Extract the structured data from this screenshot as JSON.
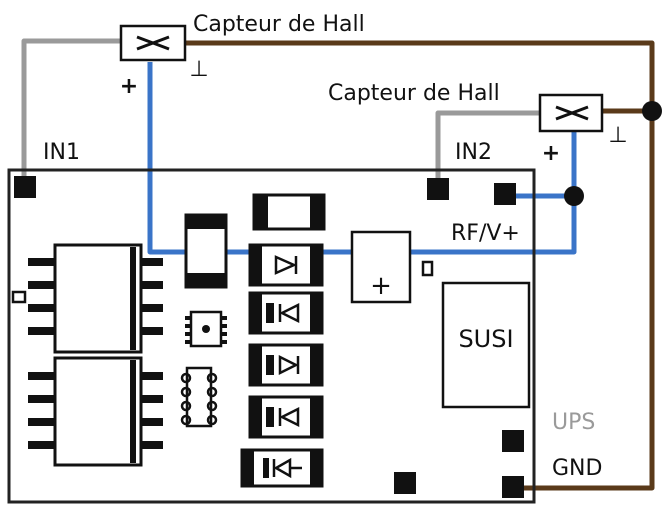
{
  "sensors": [
    {
      "label": "Capteur de Hall",
      "plus": "+",
      "ground": "⊥"
    },
    {
      "label": "Capteur de Hall",
      "plus": "+",
      "ground": "⊥"
    }
  ],
  "pins": {
    "in1": "IN1",
    "in2": "IN2",
    "rfv": "RF/V+",
    "ups": "UPS",
    "gnd": "GND"
  },
  "board": {
    "susi": "SUSI",
    "capacitor_plus": "+"
  },
  "colors": {
    "brown_wire": "#5a3a1a",
    "blue_wire": "#3a74c8",
    "gray_wire": "#9a9a9a",
    "board_outline": "#222222",
    "ups_text": "#9a9a9a"
  }
}
